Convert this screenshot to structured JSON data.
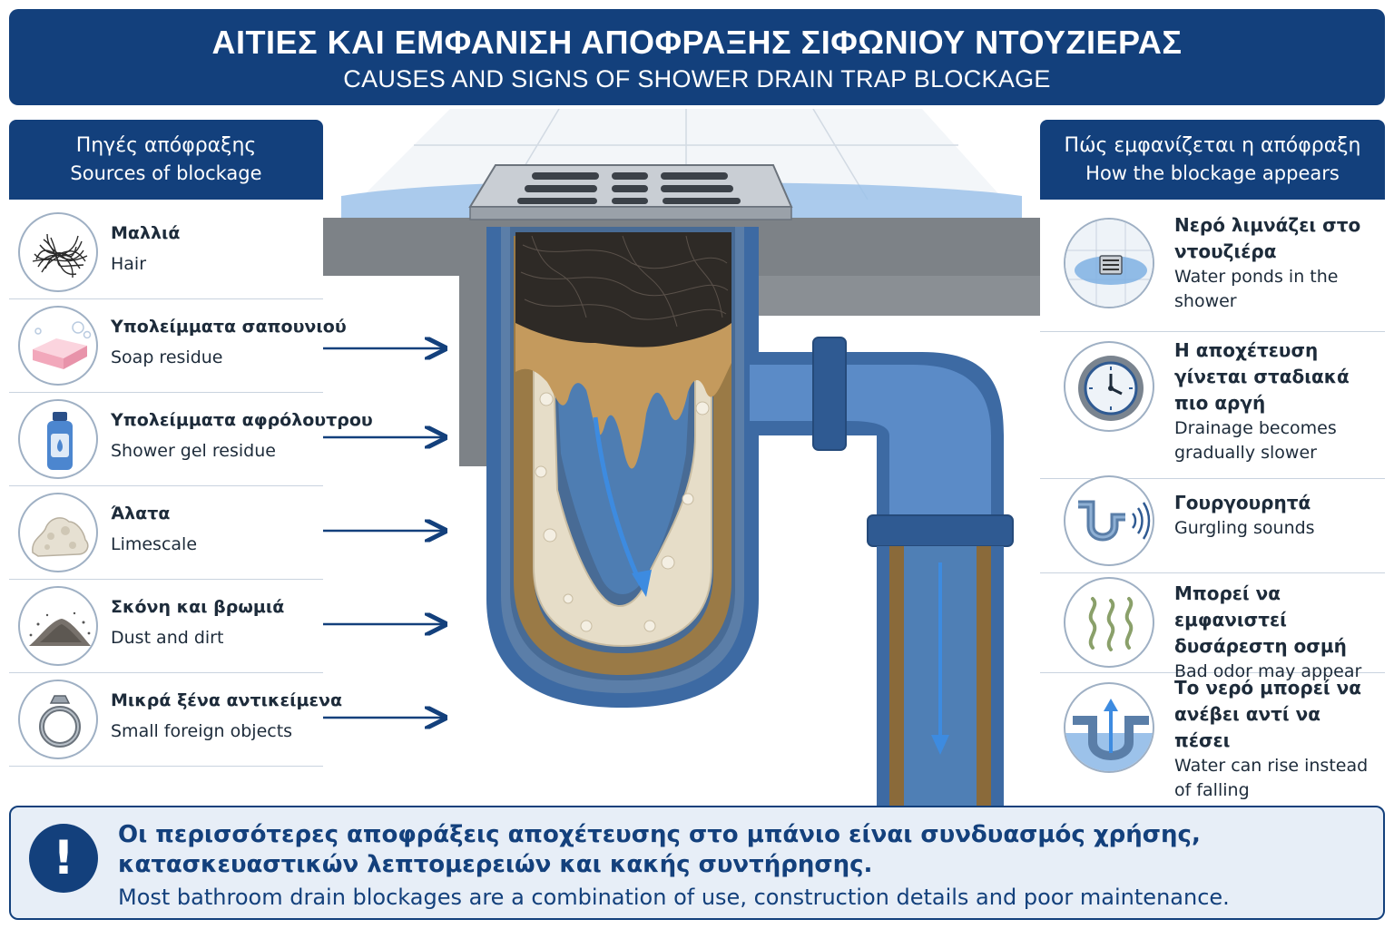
{
  "header": {
    "title_gr": "ΑΙΤΙΕΣ ΚΑΙ ΕΜΦΑΝΙΣΗ ΑΠΟΦΡΑΞΗΣ ΣΙΦΩΝΙΟΥ ΝΤΟΥΖΙΕΡΑΣ",
    "title_en": "CAUSES AND SIGNS OF SHOWER DRAIN TRAP BLOCKAGE"
  },
  "sources": {
    "heading_gr": "Πηγές απόφραξης",
    "heading_en": "Sources of blockage",
    "items": [
      {
        "gr": "Μαλλιά",
        "en": "Hair",
        "icon": "hair-icon"
      },
      {
        "gr": "Υπολείμματα σαπουνιού",
        "en": "Soap residue",
        "icon": "soap-icon"
      },
      {
        "gr": "Υπολείμματα αφρόλουτρου",
        "en": "Shower gel residue",
        "icon": "shower-gel-bottle-icon"
      },
      {
        "gr": "Άλατα",
        "en": "Limescale",
        "icon": "limescale-icon"
      },
      {
        "gr": "Σκόνη και βρωμιά",
        "en": "Dust and dirt",
        "icon": "dust-pile-icon"
      },
      {
        "gr": "Μικρά ξένα αντικείμενα",
        "en": "Small foreign objects",
        "icon": "ring-icon"
      }
    ]
  },
  "appearance": {
    "heading_gr": "Πώς εμφανίζεται η απόφραξη",
    "heading_en": "How the blockage appears",
    "items": [
      {
        "gr": "Νερό λιμνάζει στο ντουζιέρα",
        "en": "Water ponds in the shower",
        "icon": "ponding-drain-icon"
      },
      {
        "gr": "Η αποχέτευση γίνεται σταδιακά πιο αργή",
        "en": "Drainage becomes gradually slower",
        "icon": "slow-drain-clock-icon"
      },
      {
        "gr": "Γουργουρητά",
        "en": "Gurgling sounds",
        "icon": "gurgling-trap-icon"
      },
      {
        "gr": "Μπορεί να εμφανιστεί δυσάρεστη οσμή",
        "en": "Bad odor may appear",
        "icon": "odor-icon"
      },
      {
        "gr": "Το νερό μπορεί να ανέβει αντί να πέσει",
        "en": "Water can rise instead of falling",
        "icon": "rising-water-icon"
      }
    ]
  },
  "footer": {
    "note_gr": "Οι περισσότερες αποφράξεις αποχέτευσης στο μπάνιο είναι συνδυασμός χρήσης, κατασκευαστικών λεπτομερειών και κακής συντήρησης.",
    "note_en": "Most bathroom drain blockages are a combination of use, construction details and poor maintenance.",
    "icon": "exclamation-icon"
  },
  "colors": {
    "navy": "#13407c",
    "water": "#5b8fd0",
    "sludge": "#b8935a",
    "scale": "#e8e2d4",
    "pipe": "#3d6aa3"
  }
}
